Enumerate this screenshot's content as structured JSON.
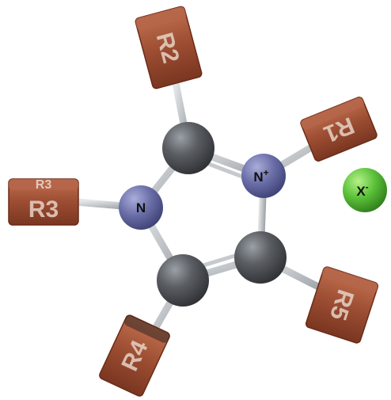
{
  "diagram": {
    "ring_atoms": {
      "n_left": {
        "label": "N"
      },
      "n_right": {
        "label": "N",
        "charge": "+"
      }
    },
    "substituents": [
      "R1",
      "R2",
      "R3",
      "R4",
      "R5"
    ],
    "counter_ion": {
      "label": "X",
      "charge": "-"
    },
    "colors": {
      "carbon": "#4a4c50",
      "nitrogen": "#5b5f9e",
      "bond": "#b8bcc0",
      "substituent_block": "#9a4a30",
      "anion": "#52b83a"
    }
  }
}
